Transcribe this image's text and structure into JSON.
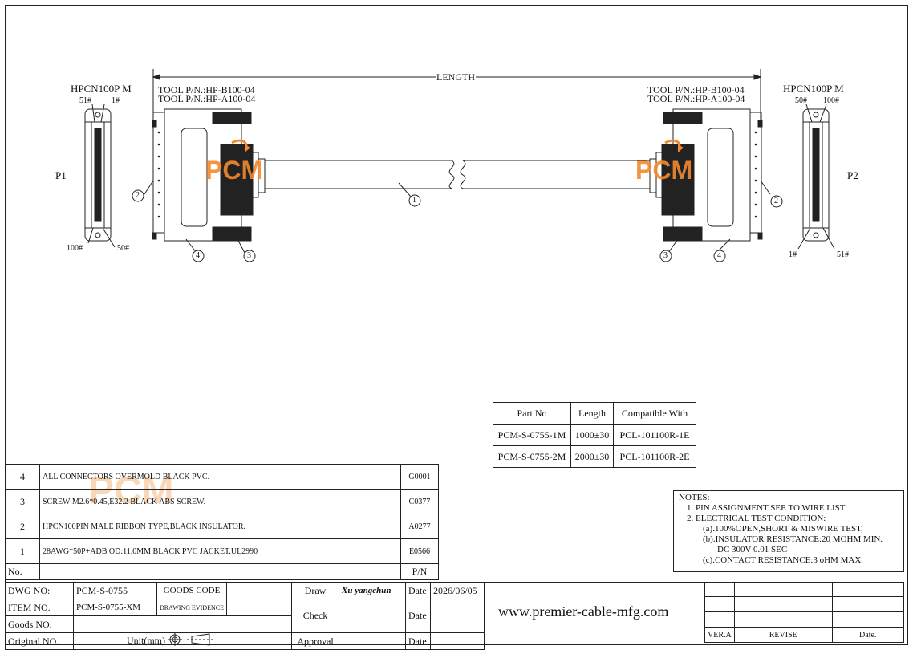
{
  "drawing": {
    "length_label": "LENGTH",
    "left": {
      "connector": "HPCN100P M",
      "tool_b": "TOOL P/N.:HP-B100-04",
      "tool_a": "TOOL P/N.:HP-A100-04",
      "pin_top_left": "51#",
      "pin_top_right": "1#",
      "pin_bottom_left": "100#",
      "pin_bottom_right": "50#",
      "plug": "P1"
    },
    "right": {
      "connector": "HPCN100P M",
      "tool_b": "TOOL P/N.:HP-B100-04",
      "tool_a": "TOOL P/N.:HP-A100-04",
      "pin_top_left": "50#",
      "pin_top_right": "100#",
      "pin_bottom_left": "1#",
      "pin_bottom_right": "51#",
      "plug": "P2"
    },
    "balloons": [
      "1",
      "2",
      "3",
      "4"
    ],
    "logo_text": "PCM"
  },
  "part_table": {
    "headers": [
      "Part No",
      "Length",
      "Compatible With"
    ],
    "rows": [
      [
        "PCM-S-0755-1M",
        "1000±30",
        "PCL-101100R-1E"
      ],
      [
        "PCM-S-0755-2M",
        "2000±30",
        "PCL-101100R-2E"
      ]
    ]
  },
  "notes": {
    "title": "NOTES:",
    "lines": [
      "1.  PIN ASSIGNMENT SEE TO WIRE LIST",
      "2.  ELECTRICAL TEST CONDITION:",
      "(a).100%OPEN,SHORT & MISWIRE TEST,",
      "(b).INSULATOR RESISTANCE:20 MOHM MIN.",
      "DC 300V 0.01 SEC",
      "(c).CONTACT RESISTANCE:3 oHM MAX."
    ]
  },
  "bom": {
    "rows": [
      {
        "no": "4",
        "desc": "ALL CONNECTORS OVERMOLD BLACK PVC.",
        "pn": "G0001"
      },
      {
        "no": "3",
        "desc": "SCREW:M2.6*0.45,E32.2 BLACK ABS SCREW.",
        "pn": "C0377"
      },
      {
        "no": "2",
        "desc": "HPCN100PIN MALE RIBBON TYPE,BLACK INSULATOR.",
        "pn": "A0277"
      },
      {
        "no": "1",
        "desc": "28AWG*50P+ADB OD:11.0MM BLACK PVC JACKET.UL2990",
        "pn": "E0566"
      }
    ],
    "header_no": "No.",
    "header_pn": "P/N"
  },
  "title_block": {
    "dwg_no_label": "DWG NO:",
    "dwg_no": "PCM-S-0755",
    "goods_code_label": "GOODS CODE",
    "item_no_label": "ITEM NO.",
    "item_no": "PCM-S-0755-XM",
    "drawing_evidence_label": "DRAWING EVIDENCE",
    "goods_no_label": "Goods NO.",
    "original_no_label": "Original NO.",
    "unit_label": "Unit(mm)",
    "draw_label": "Draw",
    "drawer": "Xu yangchun",
    "date_label": "Date",
    "draw_date": "2026/06/05",
    "check_label": "Check",
    "approval_label": "Approval",
    "website": "www.premier-cable-mfg.com",
    "ver_label": "VER.A",
    "revise_label": "REVISE",
    "date_col_label": "Date."
  },
  "colors": {
    "logo": "#f28a2e",
    "line": "#222222"
  }
}
